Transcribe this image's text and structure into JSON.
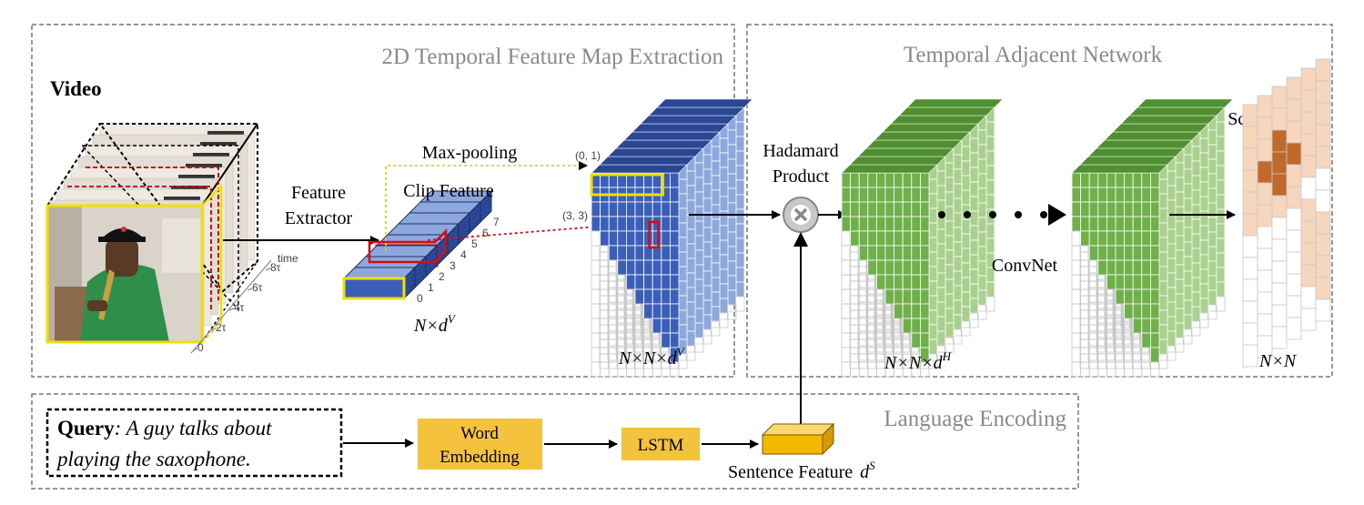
{
  "sections": {
    "extraction": "2D Temporal Feature Map Extraction",
    "temporal": "Temporal Adjacent Network",
    "language": "Language Encoding"
  },
  "labels": {
    "video": "Video",
    "feature_extractor_1": "Feature",
    "feature_extractor_2": "Extractor",
    "time": "time",
    "max_pooling": "Max-pooling",
    "clip_feature": "Clip Feature",
    "hadamard_1": "Hadamard",
    "hadamard_2": "Product",
    "convnet": "ConvNet",
    "score": "Score",
    "word_embedding_1": "Word",
    "word_embedding_2": "Embedding",
    "lstm": "LSTM",
    "sentence_feature": "Sentence Feature"
  },
  "query": {
    "bold": "Query",
    "line1": ": A guy talks about",
    "line2": "playing the saxophone."
  },
  "dims": {
    "clip": "N×d",
    "clip_sup": "V",
    "map": "N×N×d",
    "map_sup": "V",
    "conv": "N×N×d",
    "conv_sup": "H",
    "score": "N×N",
    "sentence": "d",
    "sentence_sup": "S"
  },
  "coords": {
    "a": "(0, 1)",
    "b": "(3, 3)"
  },
  "time_ticks": [
    "0",
    "2τ",
    "4τ",
    "6τ",
    "8τ"
  ],
  "clip_ticks": [
    "0",
    "1",
    "2",
    "3",
    "4",
    "5",
    "6",
    "7"
  ],
  "colors": {
    "blue": "#3b5fb8",
    "blue_light": "#8da8dc",
    "green": "#6fb04a",
    "green_light": "#a9d08e",
    "yellow": "#f5c23d",
    "highlight": "#f0e000",
    "red": "#d01010",
    "score_light": "#f6d6bd",
    "score_dark": "#c0692a"
  }
}
